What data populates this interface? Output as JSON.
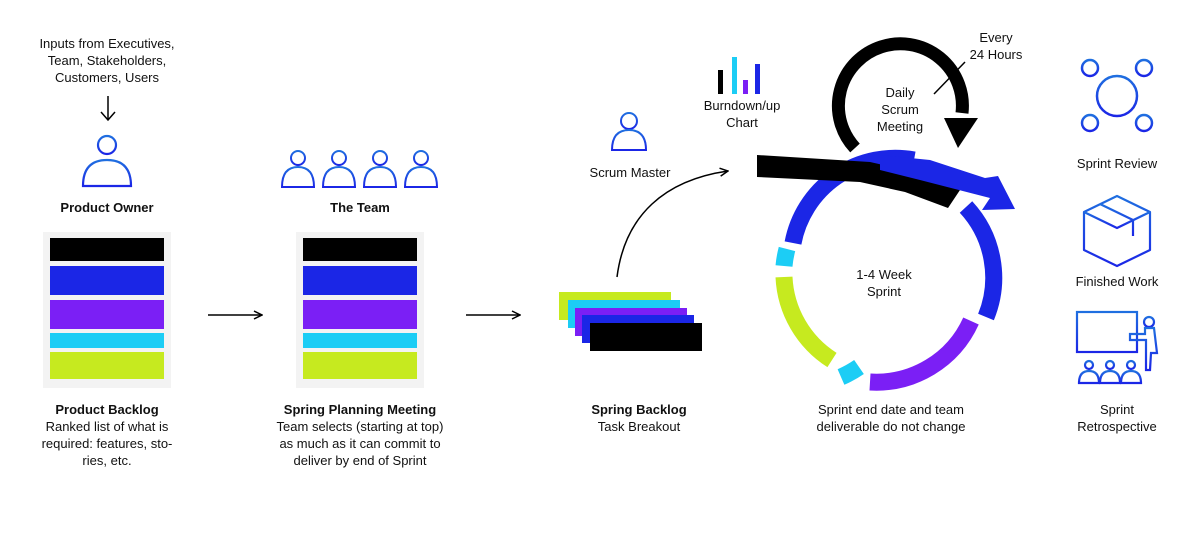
{
  "inputs": {
    "line1": "Inputs from Executives,",
    "line2": "Team, Stakeholders,",
    "line3": "Customers, Users"
  },
  "product_owner": {
    "title": "Product Owner"
  },
  "product_backlog": {
    "title": "Product Backlog",
    "line1": "Ranked list of what is",
    "line2": "required: features, sto-",
    "line3": "ries, etc.",
    "bar_colors": [
      "#000000",
      "#1b26e6",
      "#7b1ff5",
      "#1ccdf5",
      "#c6ea1f"
    ]
  },
  "team": {
    "title": "The Team"
  },
  "planning": {
    "title": "Spring Planning Meeting",
    "line1": "Team selects (starting at top)",
    "line2": "as much as it can commit to",
    "line3": "deliver by end of Sprint"
  },
  "scrum_master": {
    "label": "Scrum Master"
  },
  "sprint_backlog": {
    "title": "Spring Backlog",
    "subtitle": "Task Breakout"
  },
  "burndown": {
    "line1": "Burndown/up",
    "line2": "Chart"
  },
  "daily": {
    "line1": "Daily",
    "line2": "Scrum",
    "line3": "Meeting",
    "every1": "Every",
    "every2": "24 Hours"
  },
  "sprint": {
    "line1": "1-4 Week",
    "line2": "Sprint",
    "note1": "Sprint end date and team",
    "note2": "deliverable do not change"
  },
  "review": {
    "label": "Sprint Review"
  },
  "finished": {
    "label": "Finished Work"
  },
  "retro": {
    "line1": "Sprint",
    "line2": "Retrospective"
  },
  "colors": {
    "blue": "#1b26e6",
    "icon_blue": "#1f6fe0",
    "purple": "#7b1ff5",
    "cyan": "#1ccdf5",
    "lime": "#c6ea1f",
    "black": "#000000"
  }
}
